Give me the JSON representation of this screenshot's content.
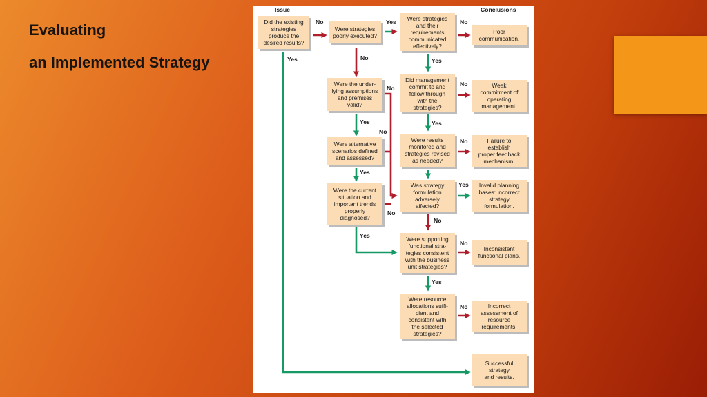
{
  "slide": {
    "title_line1": "Evaluating",
    "title_line2": "an Implemented Strategy",
    "accent_color": "#f49718"
  },
  "diagram": {
    "header_issue": "Issue",
    "header_conclusions": "Conclusions",
    "colors": {
      "box_fill": "#fbdcb4",
      "yes_arrow": "#179965",
      "no_arrow": "#b01d2b"
    },
    "boxes": {
      "existing": "Did the existing\nstrategies\nproduce the\ndesired results?",
      "poorly": "Were strategies\npoorly executed?",
      "communicated": "Were strategies\nand their\nrequirements\ncommunicated\neffectively?",
      "poor_comm": "Poor\ncommunication.",
      "assumptions": "Were the under-\nlying assumptions\nand premises\nvalid?",
      "management": "Did management\ncommit to and\nfollow through\nwith the\nstrategies?",
      "weak": "Weak\ncommitment of\noperating\nmanagement.",
      "alternative": "Were alternative\nscenarios defined\nand assessed?",
      "monitored": "Were results\nmonitored and\nstrategies revised\nas needed?",
      "feedback": "Failure to\nestablish\nproper feedback\nmechanism.",
      "situation": "Were the current\nsituation and\nimportant trends\nproperly\ndiagnosed?",
      "formulation": "Was strategy\nformulation\nadversely\naffected?",
      "invalid": "Invalid planning\nbases: incorrect\nstrategy\nformulation.",
      "functional": "Were supporting\nfunctional stra-\ntegies consistent\nwith the business\nunit strategies?",
      "inconsistent": "Inconsistent\nfunctional plans.",
      "resource": "Were resource\nallocations suffi-\ncient and\nconsistent with\nthe selected\nstrategies?",
      "incorrect": "Incorrect\nassessment of\nresource\nrequirements.",
      "successful": "Successful\nstrategy\nand results."
    },
    "labels": {
      "no_1": "No",
      "yes_1": "Yes",
      "no_2": "No",
      "no_3": "No",
      "yes_2": "Yes",
      "no_4": "No",
      "no_5": "No",
      "yes_3": "Yes",
      "yes_4": "Yes",
      "no_6": "No",
      "no_7": "No",
      "yes_5": "Yes",
      "yes_6": "Yes",
      "yes_7": "Yes",
      "no_8": "No",
      "no_9": "No",
      "yes_8": "Yes",
      "yes_9": "Yes",
      "no_10": "No",
      "no_11": "No"
    }
  }
}
